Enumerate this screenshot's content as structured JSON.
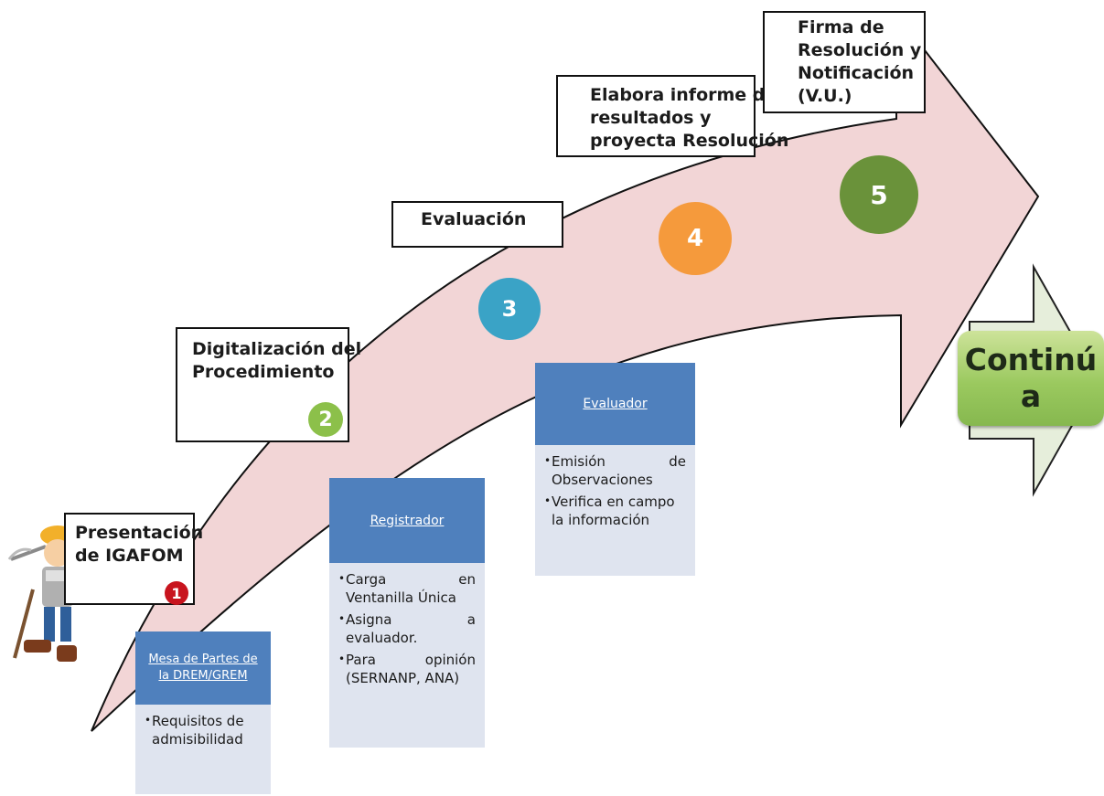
{
  "steps": [
    {
      "number": "1",
      "label": "Presentación\nde IGAFOM",
      "color": "#c8141e"
    },
    {
      "number": "2",
      "label": "Digitalización del\nProcedimiento",
      "color": "#8cc04a"
    },
    {
      "number": "3",
      "label": "Evaluación",
      "color": "#3aa3c6"
    },
    {
      "number": "4",
      "label": "Elabora informe de\nresultados y\nproyecta Resolución",
      "color": "#f59a3c"
    },
    {
      "number": "5",
      "label": "Firma de\nResolución y\nNotificación\n(V.U.)",
      "color": "#6a923a"
    }
  ],
  "panels": [
    {
      "title": "Mesa de Partes de la DREM/GREM",
      "items": [
        "Requisitos de admisibilidad"
      ]
    },
    {
      "title": "Registrador",
      "items": [
        "Carga en Ventanilla Única",
        "Asigna a evaluador.",
        "Para opinión (SERNANP, ANA)"
      ]
    },
    {
      "title": "Evaluador",
      "items": [
        "Emisión de Observaciones",
        "Verifica en campo la información"
      ]
    }
  ],
  "continua": {
    "label": "Continú\na"
  },
  "colors": {
    "arrow_fill": "#f2d5d6",
    "panel_header": "#4f80bd",
    "panel_body": "#dfe4ef",
    "continua": "#9bc95f"
  },
  "icons": {
    "miner": "miner-icon"
  }
}
